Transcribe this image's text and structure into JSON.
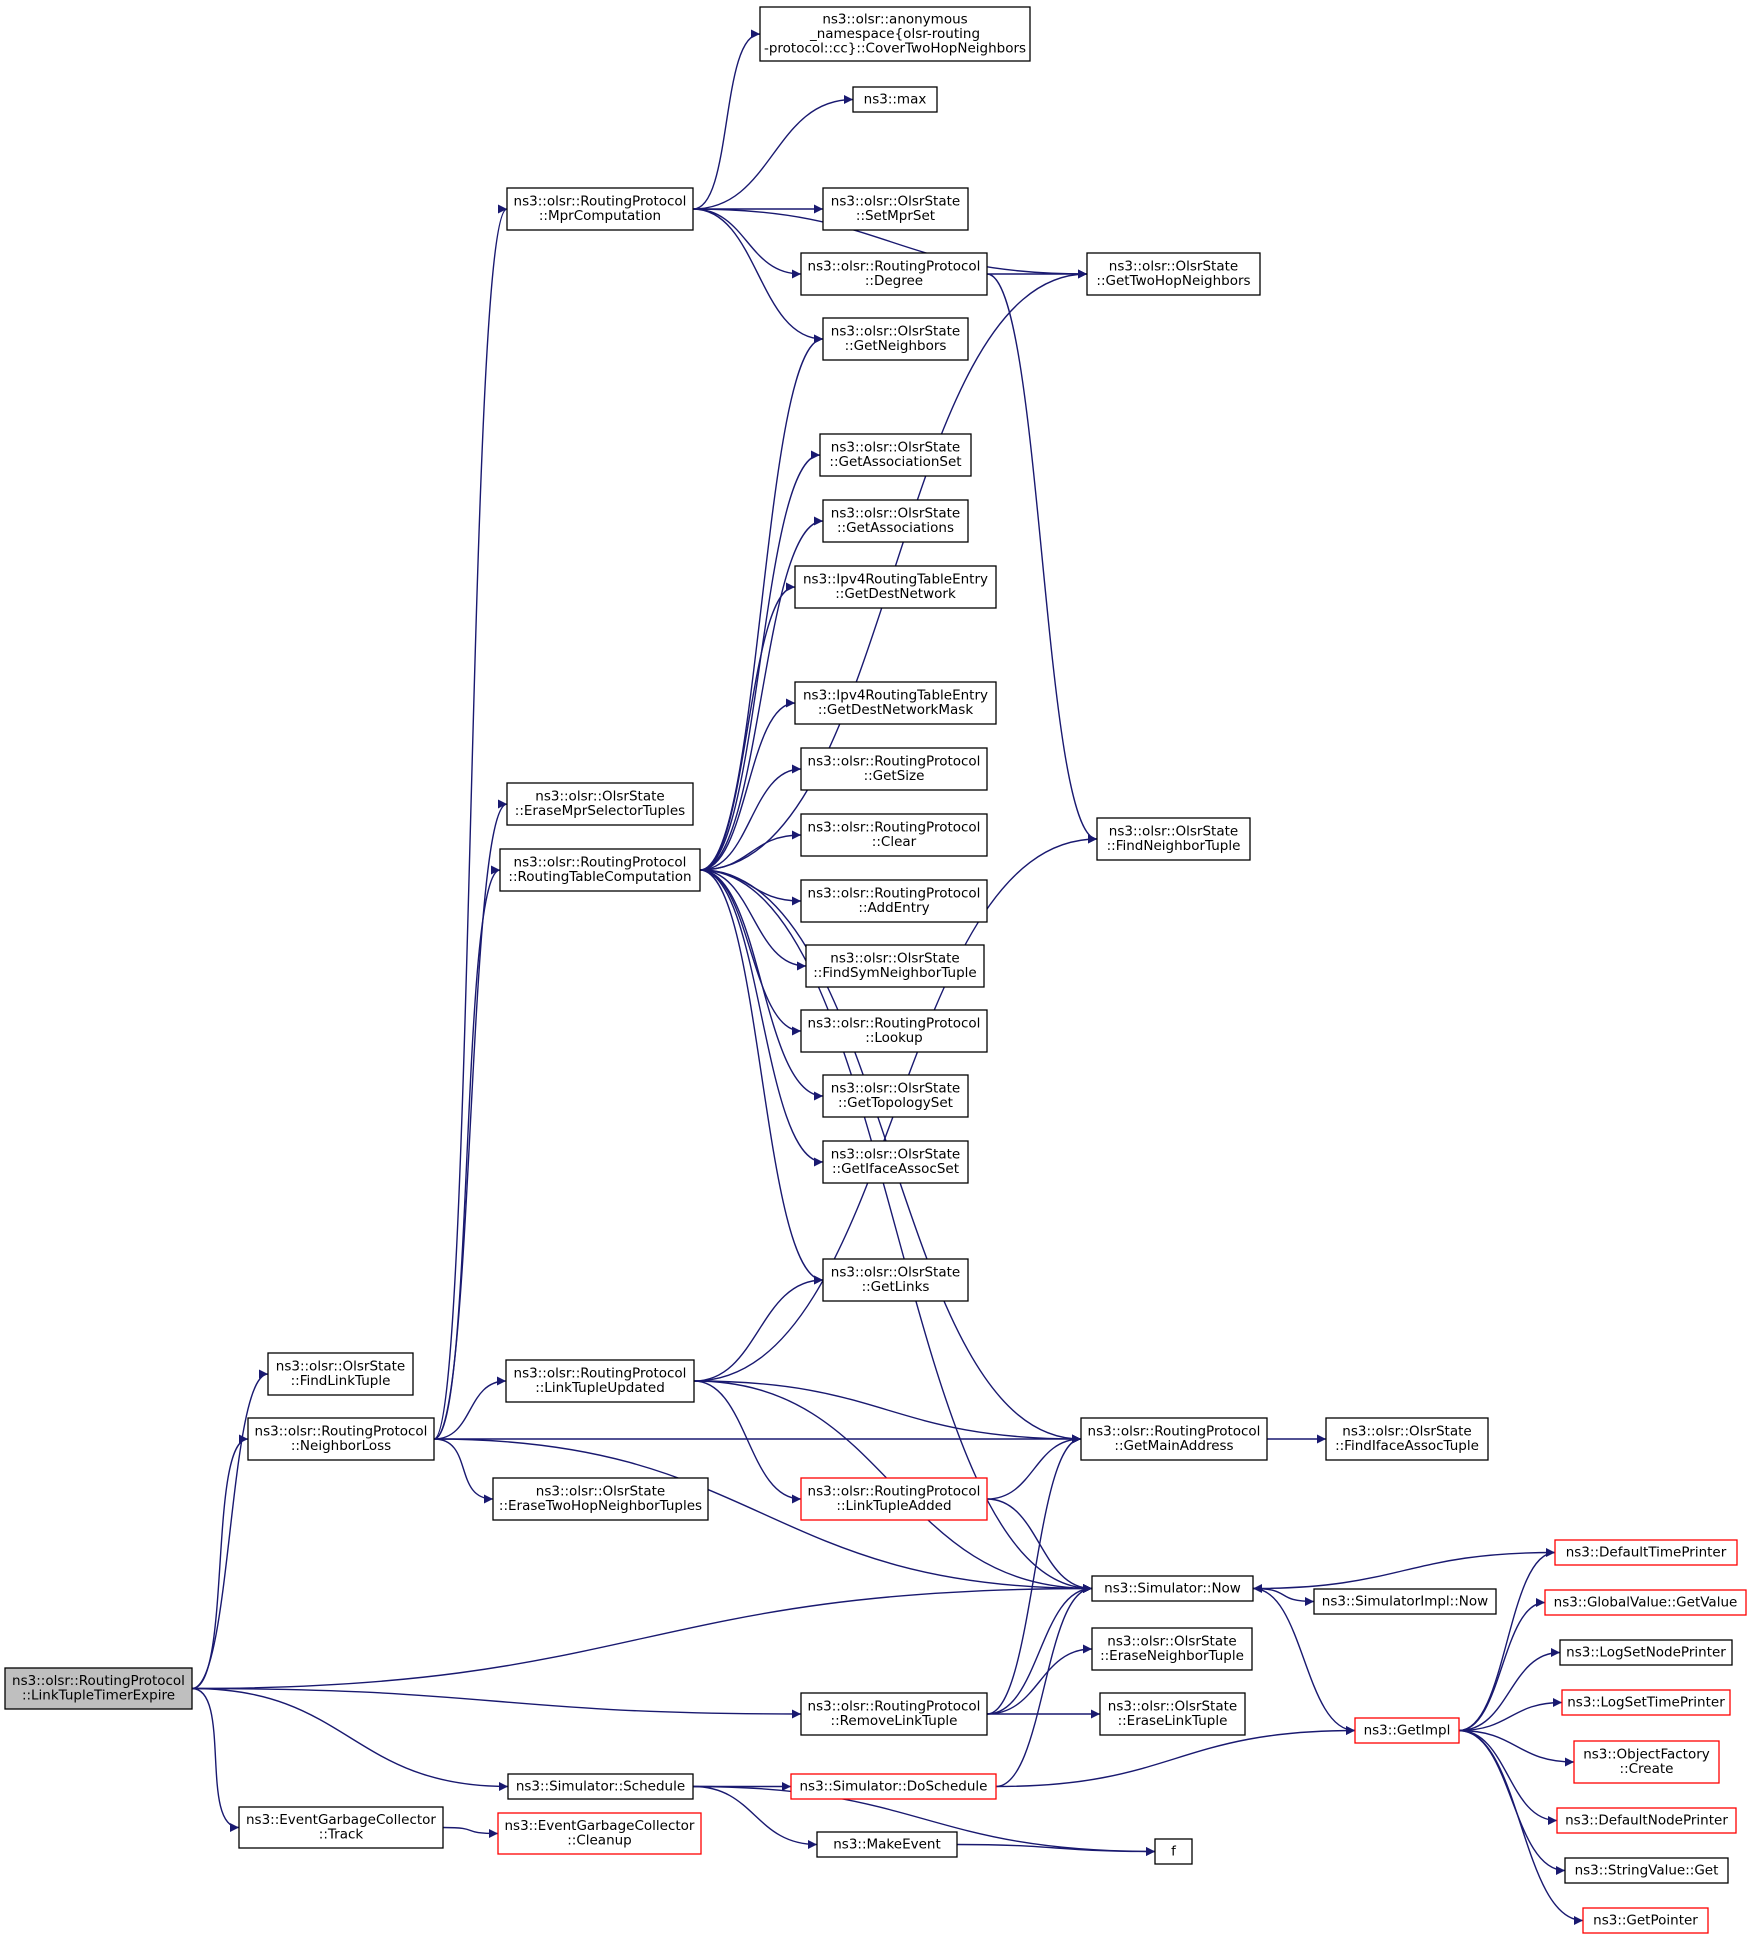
{
  "graph": {
    "nodes": [
      {
        "id": "root",
        "lines": [
          "ns3::olsr::RoutingProtocol",
          "::LinkTupleTimerExpire"
        ],
        "style": "root"
      },
      {
        "id": "findLinkTuple",
        "lines": [
          "ns3::olsr::OlsrState",
          "::FindLinkTuple"
        ]
      },
      {
        "id": "neighborLoss",
        "lines": [
          "ns3::olsr::RoutingProtocol",
          "::NeighborLoss"
        ]
      },
      {
        "id": "egcTrack",
        "lines": [
          "ns3::EventGarbageCollector",
          "::Track"
        ]
      },
      {
        "id": "egcCleanup",
        "lines": [
          "ns3::EventGarbageCollector",
          "::Cleanup"
        ],
        "style": "red"
      },
      {
        "id": "simSchedule",
        "lines": [
          "ns3::Simulator::Schedule"
        ]
      },
      {
        "id": "simDoSchedule",
        "lines": [
          "ns3::Simulator::DoSchedule"
        ],
        "style": "red"
      },
      {
        "id": "makeEvent",
        "lines": [
          "ns3::MakeEvent"
        ]
      },
      {
        "id": "f",
        "lines": [
          "f"
        ]
      },
      {
        "id": "removeLinkTuple",
        "lines": [
          "ns3::olsr::RoutingProtocol",
          "::RemoveLinkTuple"
        ]
      },
      {
        "id": "eraseLinkTuple",
        "lines": [
          "ns3::olsr::OlsrState",
          "::EraseLinkTuple"
        ]
      },
      {
        "id": "eraseNeighborTuple",
        "lines": [
          "ns3::olsr::OlsrState",
          "::EraseNeighborTuple"
        ]
      },
      {
        "id": "simNow",
        "lines": [
          "ns3::Simulator::Now"
        ]
      },
      {
        "id": "simImplNow",
        "lines": [
          "ns3::SimulatorImpl::Now"
        ]
      },
      {
        "id": "getImpl",
        "lines": [
          "ns3::GetImpl"
        ],
        "style": "red"
      },
      {
        "id": "defaultTimePrinter",
        "lines": [
          "ns3::DefaultTimePrinter"
        ],
        "style": "red"
      },
      {
        "id": "globalValueGetValue",
        "lines": [
          "ns3::GlobalValue::GetValue"
        ],
        "style": "red"
      },
      {
        "id": "logSetNodePrinter",
        "lines": [
          "ns3::LogSetNodePrinter"
        ]
      },
      {
        "id": "logSetTimePrinter",
        "lines": [
          "ns3::LogSetTimePrinter"
        ],
        "style": "red"
      },
      {
        "id": "objectFactoryCreate",
        "lines": [
          "ns3::ObjectFactory",
          "::Create"
        ],
        "style": "red"
      },
      {
        "id": "defaultNodePrinter",
        "lines": [
          "ns3::DefaultNodePrinter"
        ],
        "style": "red"
      },
      {
        "id": "stringValueGet",
        "lines": [
          "ns3::StringValue::Get"
        ]
      },
      {
        "id": "getPointer",
        "lines": [
          "ns3::GetPointer"
        ],
        "style": "red"
      },
      {
        "id": "eraseTwoHop",
        "lines": [
          "ns3::olsr::OlsrState",
          "::EraseTwoHopNeighborTuples"
        ]
      },
      {
        "id": "linkTupleAdded",
        "lines": [
          "ns3::olsr::RoutingProtocol",
          "::LinkTupleAdded"
        ],
        "style": "red"
      },
      {
        "id": "getMainAddress",
        "lines": [
          "ns3::olsr::RoutingProtocol",
          "::GetMainAddress"
        ]
      },
      {
        "id": "findIfaceAssocTuple",
        "lines": [
          "ns3::olsr::OlsrState",
          "::FindIfaceAssocTuple"
        ]
      },
      {
        "id": "linkTupleUpdated",
        "lines": [
          "ns3::olsr::RoutingProtocol",
          "::LinkTupleUpdated"
        ]
      },
      {
        "id": "getLinks",
        "lines": [
          "ns3::olsr::OlsrState",
          "::GetLinks"
        ]
      },
      {
        "id": "findNeighborTuple",
        "lines": [
          "ns3::olsr::OlsrState",
          "::FindNeighborTuple"
        ]
      },
      {
        "id": "eraseMprSelector",
        "lines": [
          "ns3::olsr::OlsrState",
          "::EraseMprSelectorTuples"
        ]
      },
      {
        "id": "routingTableComp",
        "lines": [
          "ns3::olsr::RoutingProtocol",
          "::RoutingTableComputation"
        ]
      },
      {
        "id": "mprComputation",
        "lines": [
          "ns3::olsr::RoutingProtocol",
          "::MprComputation"
        ]
      },
      {
        "id": "coverTwoHop",
        "lines": [
          "ns3::olsr::anonymous",
          "_namespace{olsr-routing",
          "-protocol::cc}::CoverTwoHopNeighbors"
        ]
      },
      {
        "id": "max",
        "lines": [
          "ns3::max"
        ]
      },
      {
        "id": "setMprSet",
        "lines": [
          "ns3::olsr::OlsrState",
          "::SetMprSet"
        ]
      },
      {
        "id": "degree",
        "lines": [
          "ns3::olsr::RoutingProtocol",
          "::Degree"
        ]
      },
      {
        "id": "getTwoHopNeighbors",
        "lines": [
          "ns3::olsr::OlsrState",
          "::GetTwoHopNeighbors"
        ]
      },
      {
        "id": "getNeighbors",
        "lines": [
          "ns3::olsr::OlsrState",
          "::GetNeighbors"
        ]
      },
      {
        "id": "getAssociationSet",
        "lines": [
          "ns3::olsr::OlsrState",
          "::GetAssociationSet"
        ]
      },
      {
        "id": "getAssociations",
        "lines": [
          "ns3::olsr::OlsrState",
          "::GetAssociations"
        ]
      },
      {
        "id": "getDestNetwork",
        "lines": [
          "ns3::Ipv4RoutingTableEntry",
          "::GetDestNetwork"
        ]
      },
      {
        "id": "getDestNetworkMask",
        "lines": [
          "ns3::Ipv4RoutingTableEntry",
          "::GetDestNetworkMask"
        ]
      },
      {
        "id": "getSize",
        "lines": [
          "ns3::olsr::RoutingProtocol",
          "::GetSize"
        ]
      },
      {
        "id": "clear",
        "lines": [
          "ns3::olsr::RoutingProtocol",
          "::Clear"
        ]
      },
      {
        "id": "addEntry",
        "lines": [
          "ns3::olsr::RoutingProtocol",
          "::AddEntry"
        ]
      },
      {
        "id": "findSymNeighbor",
        "lines": [
          "ns3::olsr::OlsrState",
          "::FindSymNeighborTuple"
        ]
      },
      {
        "id": "lookup",
        "lines": [
          "ns3::olsr::RoutingProtocol",
          "::Lookup"
        ]
      },
      {
        "id": "getTopologySet",
        "lines": [
          "ns3::olsr::OlsrState",
          "::GetTopologySet"
        ]
      },
      {
        "id": "getIfaceAssocSet",
        "lines": [
          "ns3::olsr::OlsrState",
          "::GetIfaceAssocSet"
        ]
      }
    ],
    "edges": [
      [
        "root",
        "findLinkTuple"
      ],
      [
        "root",
        "neighborLoss"
      ],
      [
        "root",
        "simNow"
      ],
      [
        "root",
        "removeLinkTuple"
      ],
      [
        "root",
        "simSchedule"
      ],
      [
        "root",
        "egcTrack"
      ],
      [
        "egcTrack",
        "egcCleanup"
      ],
      [
        "simSchedule",
        "simDoSchedule"
      ],
      [
        "simSchedule",
        "makeEvent"
      ],
      [
        "simSchedule",
        "f"
      ],
      [
        "makeEvent",
        "f"
      ],
      [
        "simDoSchedule",
        "simNow"
      ],
      [
        "simDoSchedule",
        "getImpl"
      ],
      [
        "removeLinkTuple",
        "getMainAddress"
      ],
      [
        "removeLinkTuple",
        "simNow"
      ],
      [
        "removeLinkTuple",
        "eraseNeighborTuple"
      ],
      [
        "removeLinkTuple",
        "eraseLinkTuple"
      ],
      [
        "simNow",
        "simImplNow"
      ],
      [
        "simNow",
        "getImpl"
      ],
      [
        "defaultTimePrinter",
        "simNow"
      ],
      [
        "getImpl",
        "defaultTimePrinter"
      ],
      [
        "getImpl",
        "globalValueGetValue"
      ],
      [
        "getImpl",
        "logSetNodePrinter"
      ],
      [
        "getImpl",
        "logSetTimePrinter"
      ],
      [
        "getImpl",
        "objectFactoryCreate"
      ],
      [
        "getImpl",
        "defaultNodePrinter"
      ],
      [
        "getImpl",
        "stringValueGet"
      ],
      [
        "getImpl",
        "getPointer"
      ],
      [
        "neighborLoss",
        "mprComputation"
      ],
      [
        "neighborLoss",
        "eraseMprSelector"
      ],
      [
        "neighborLoss",
        "routingTableComp"
      ],
      [
        "neighborLoss",
        "linkTupleUpdated"
      ],
      [
        "neighborLoss",
        "getMainAddress"
      ],
      [
        "neighborLoss",
        "eraseTwoHop"
      ],
      [
        "neighborLoss",
        "simNow"
      ],
      [
        "linkTupleUpdated",
        "getLinks"
      ],
      [
        "linkTupleUpdated",
        "findNeighborTuple"
      ],
      [
        "linkTupleUpdated",
        "getMainAddress"
      ],
      [
        "linkTupleUpdated",
        "linkTupleAdded"
      ],
      [
        "linkTupleUpdated",
        "simNow"
      ],
      [
        "linkTupleAdded",
        "getMainAddress"
      ],
      [
        "linkTupleAdded",
        "simNow"
      ],
      [
        "getMainAddress",
        "findIfaceAssocTuple"
      ],
      [
        "mprComputation",
        "coverTwoHop"
      ],
      [
        "mprComputation",
        "max"
      ],
      [
        "mprComputation",
        "getTwoHopNeighbors"
      ],
      [
        "mprComputation",
        "setMprSet"
      ],
      [
        "mprComputation",
        "degree"
      ],
      [
        "mprComputation",
        "getNeighbors"
      ],
      [
        "degree",
        "getTwoHopNeighbors"
      ],
      [
        "degree",
        "findNeighborTuple"
      ],
      [
        "routingTableComp",
        "getNeighbors"
      ],
      [
        "routingTableComp",
        "getTwoHopNeighbors"
      ],
      [
        "routingTableComp",
        "getAssociationSet"
      ],
      [
        "routingTableComp",
        "getAssociations"
      ],
      [
        "routingTableComp",
        "getDestNetwork"
      ],
      [
        "routingTableComp",
        "getMainAddress"
      ],
      [
        "routingTableComp",
        "getDestNetworkMask"
      ],
      [
        "routingTableComp",
        "getSize"
      ],
      [
        "routingTableComp",
        "clear"
      ],
      [
        "routingTableComp",
        "addEntry"
      ],
      [
        "routingTableComp",
        "findSymNeighbor"
      ],
      [
        "routingTableComp",
        "lookup"
      ],
      [
        "routingTableComp",
        "getTopologySet"
      ],
      [
        "routingTableComp",
        "getIfaceAssocSet"
      ],
      [
        "routingTableComp",
        "getLinks"
      ],
      [
        "routingTableComp",
        "simNow"
      ]
    ]
  }
}
